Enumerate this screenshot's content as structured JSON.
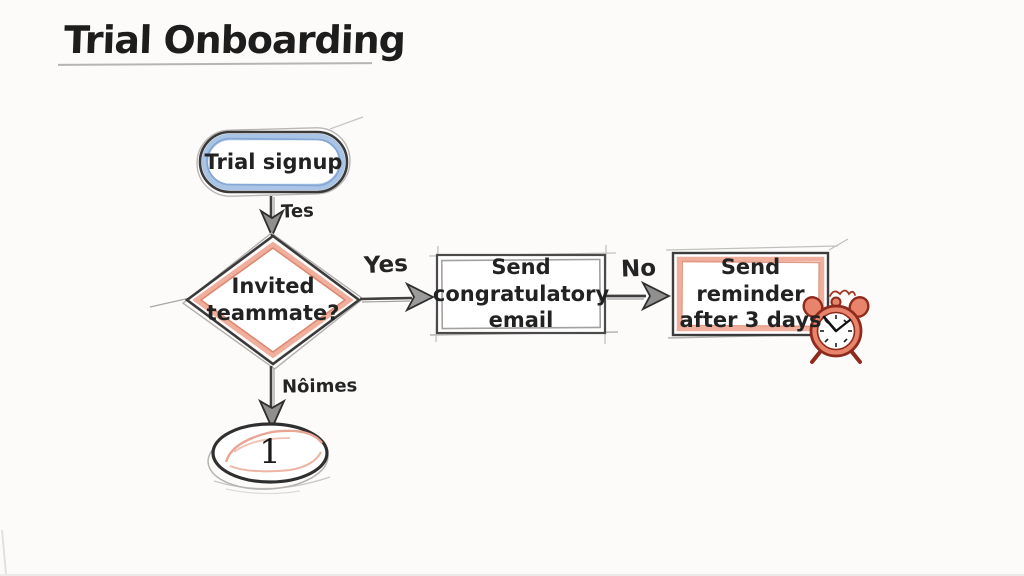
{
  "title": {
    "text": "Trial Onboarding"
  },
  "flowchart": {
    "nodes": {
      "start": {
        "label": "Trial signup",
        "shape": "stadium",
        "accent": "#a9c4e4"
      },
      "decision": {
        "label": "Invited teammate?",
        "shape": "diamond",
        "accent": "#f0ae9c"
      },
      "email": {
        "label": "Send congratulatory email",
        "shape": "rectangle",
        "accent": "#9a9a9a"
      },
      "reminder": {
        "label": "Send reminder after 3 days",
        "shape": "rectangle",
        "accent": "#f0ae9c"
      },
      "end": {
        "label": "1",
        "shape": "ellipse",
        "accent": "#e8a694"
      }
    },
    "edges": {
      "start_to_decision": {
        "label": "Tes"
      },
      "decision_to_email": {
        "label": "Yes"
      },
      "email_to_reminder": {
        "label": "No"
      },
      "decision_to_end": {
        "label": "Nôimes"
      }
    }
  },
  "icons": {
    "alarm_clock": "alarm-clock-icon"
  },
  "colors": {
    "background": "#fcfbfa",
    "ink": "#3a3a3a",
    "title_text": "#1d1d1d",
    "underline_gray": "#b7b5b2",
    "oval_blue": "#a9c4e4",
    "oval_blue_deep": "#84a7d6",
    "salmon": "#f0ae9c",
    "salmon_deep": "#dd8a72",
    "sketch_gray": "#9a9a9a",
    "clock_outline": "#a23420",
    "clock_fill": "#e8836c"
  }
}
